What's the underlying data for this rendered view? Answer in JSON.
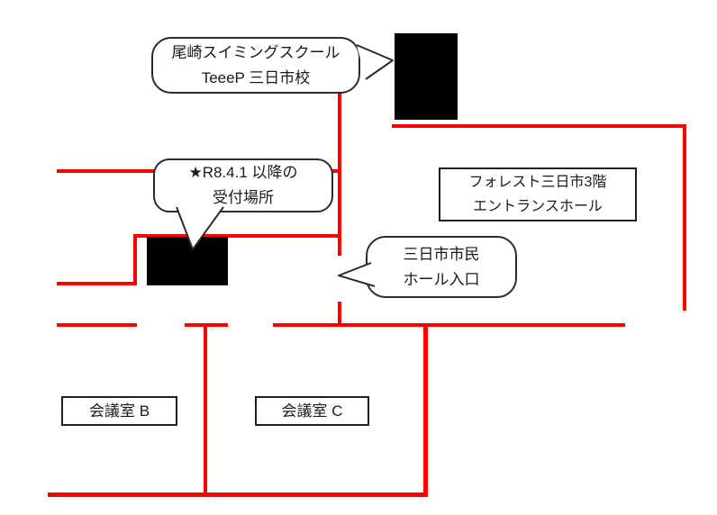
{
  "colors": {
    "wall_red": "#ff0000",
    "block_black": "#000000",
    "outline_black": "#2b2b2b",
    "text": "#1a1a1a",
    "background": "#ffffff"
  },
  "bubbles": {
    "swimming_school": {
      "line1": "尾崎スイミングスクール",
      "line2": "TeeeP 三日市校"
    },
    "reception_location": {
      "line1": "★R8.4.1 以降の",
      "line2": "受付場所"
    },
    "hall_entrance": {
      "line1": "三日市市民",
      "line2": "ホール入口"
    }
  },
  "boxes": {
    "entrance_hall": {
      "line1": "フォレスト三日市3階",
      "line2": "エントランスホール"
    },
    "meeting_room_b": {
      "label": "会議室 B"
    },
    "meeting_room_c": {
      "label": "会議室 C"
    }
  }
}
